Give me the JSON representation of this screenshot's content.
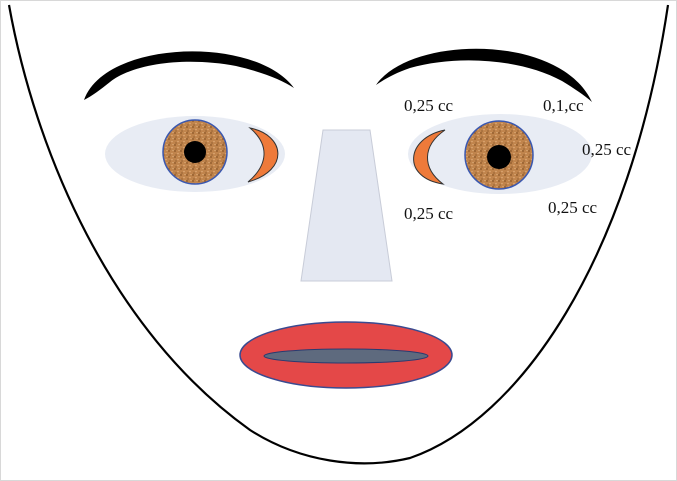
{
  "diagram": {
    "dose_labels": {
      "upper_inner": "0,25 cc",
      "upper_outer": "0,1,cc",
      "lateral": "0,25 cc",
      "lower_inner": "0,25 cc",
      "lower_outer": "0,25 cc"
    }
  },
  "colors": {
    "outline": "#000000",
    "eye_region": "#e8ecf4",
    "iris": "#c0844c",
    "iris_ring": "#3a58b0",
    "crescent": "#ee7a3a",
    "nose": "#e4e8f2",
    "lips": "#e44848",
    "lip_gap": "#5e6a7e"
  }
}
